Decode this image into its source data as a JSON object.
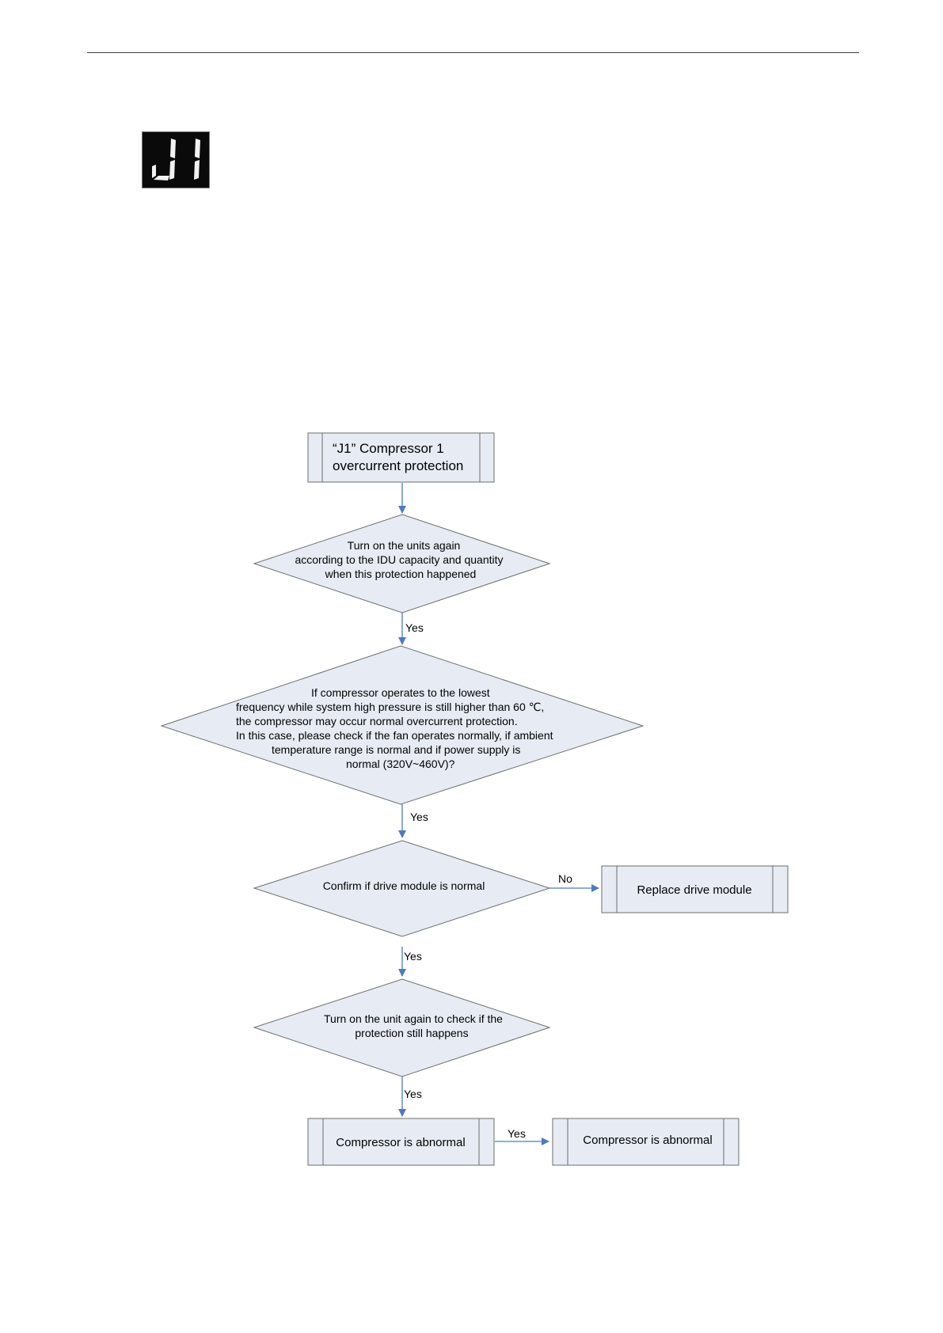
{
  "code_display": {
    "code": "J1",
    "icon": "seven-segment-display-icon"
  },
  "colors": {
    "shape_fill": "#e7ecf4",
    "shape_stroke": "#6d6d6d",
    "connector": "#4f7ac0"
  },
  "nodes": {
    "start": [
      "“J1” Compressor 1",
      "overcurrent protection"
    ],
    "d1": [
      "Turn on the units again",
      "according to the IDU capacity and quantity",
      "when this protection happened"
    ],
    "d2": [
      "If compressor operates to the lowest",
      "frequency while system high pressure is still higher than 60 ℃,",
      "the compressor may occur normal overcurrent protection.",
      "In this case, please check if the fan operates normally, if ambient",
      "temperature range is normal and if power supply is",
      "normal (320V~460V)?"
    ],
    "d3": [
      "Confirm if drive module is normal"
    ],
    "replace": [
      "Replace drive module"
    ],
    "d4": [
      "Turn on the unit again to check if the",
      "protection still happens"
    ],
    "end1": [
      "Compressor is abnormal"
    ],
    "end2": [
      "Compressor is abnormal"
    ]
  },
  "edges": {
    "d1_to_d2": "Yes",
    "d2_to_d3": "Yes",
    "d3_to_replace": "No",
    "d3_to_d4": "Yes",
    "d4_to_end1": "Yes",
    "end1_to_end2": "Yes"
  }
}
